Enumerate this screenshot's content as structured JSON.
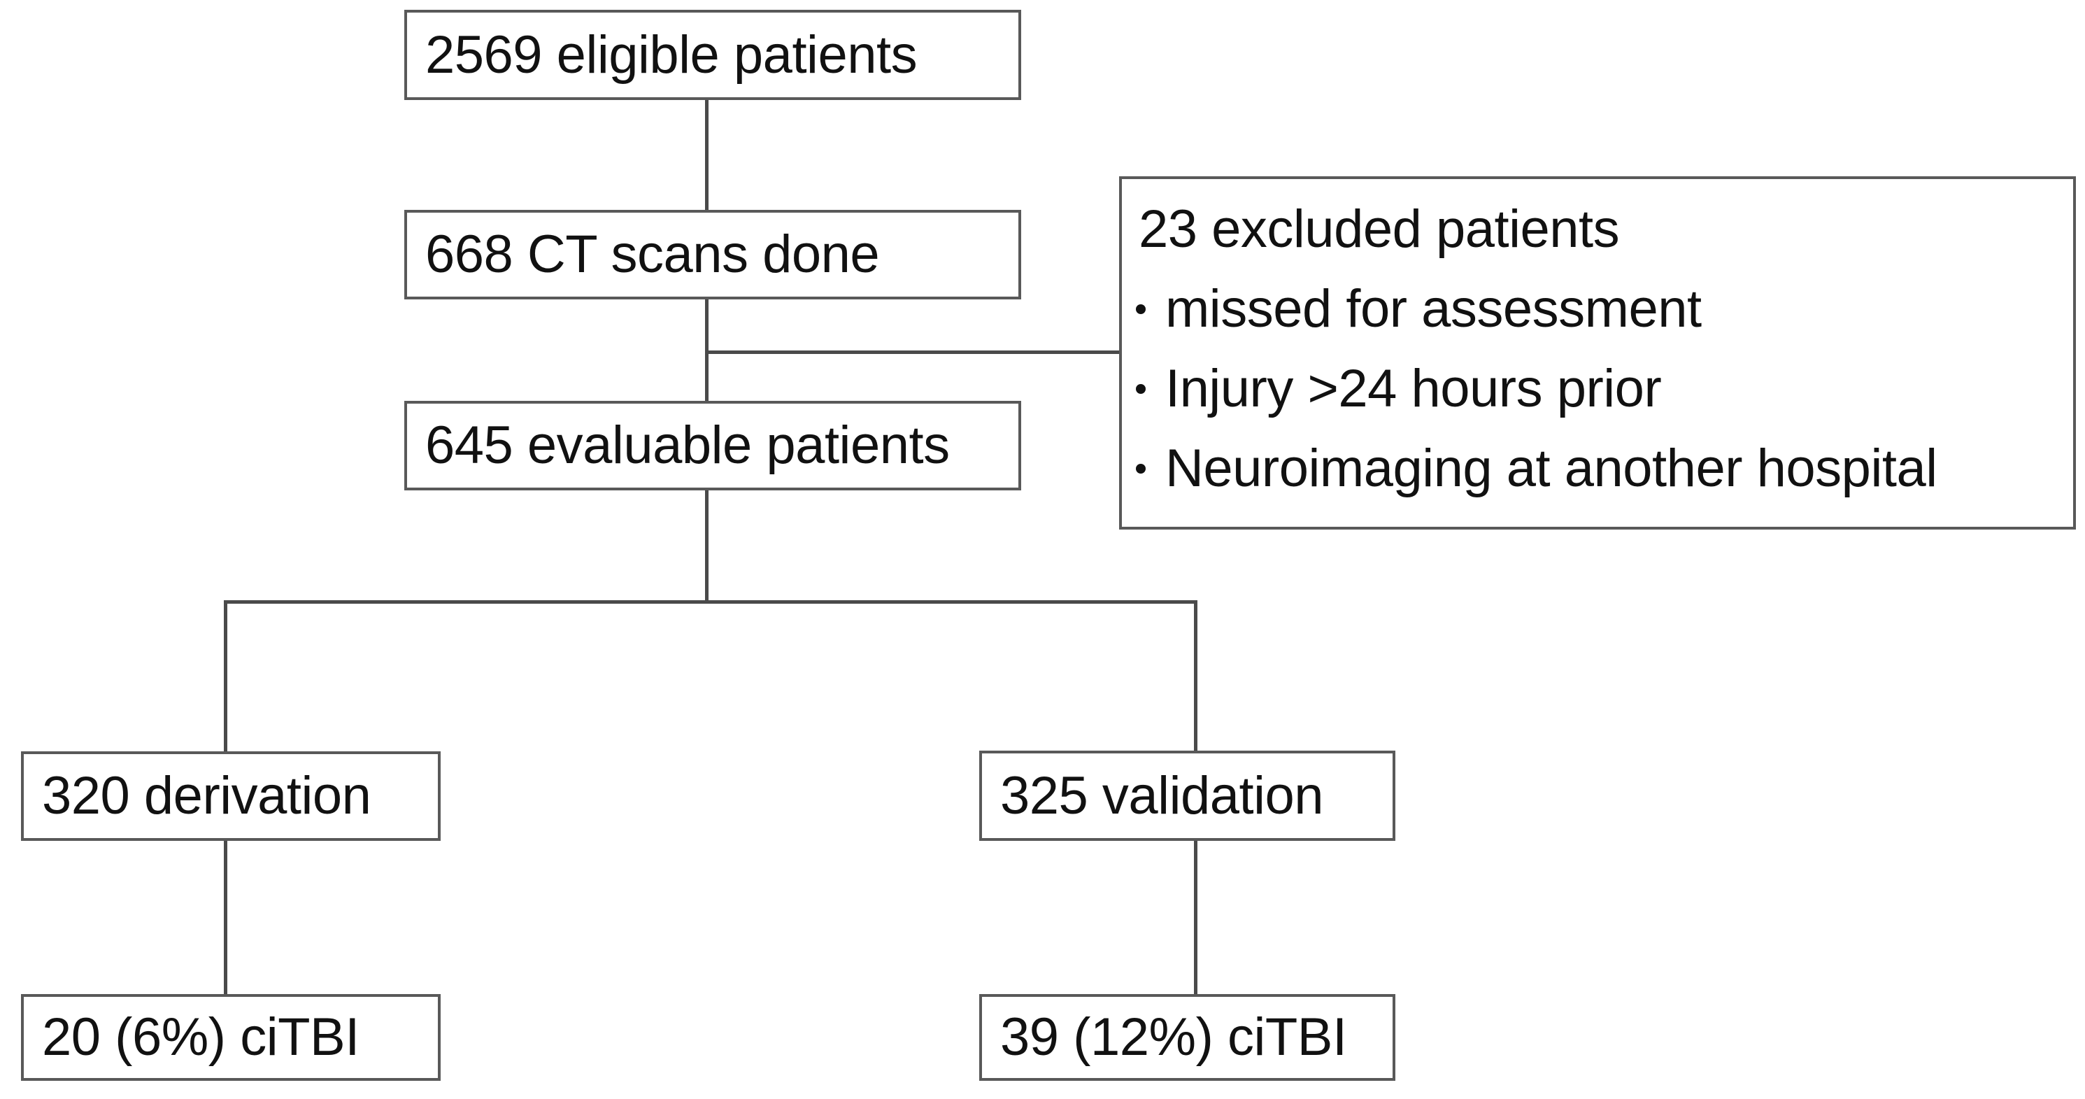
{
  "chart_data": {
    "type": "diagram",
    "title": "Patient enrollment flow diagram",
    "nodes": [
      {
        "id": "eligible",
        "label": "2569 eligible patients",
        "count": 2569
      },
      {
        "id": "ct_scans",
        "label": "668 CT scans done",
        "count": 668
      },
      {
        "id": "excluded",
        "label": "23 excluded patients",
        "count": 23
      },
      {
        "id": "evaluable",
        "label": "645 evaluable patients",
        "count": 645
      },
      {
        "id": "derivation",
        "label": "320 derivation",
        "count": 320
      },
      {
        "id": "validation",
        "label": "325 validation",
        "count": 325
      },
      {
        "id": "citbi_derivation",
        "label": "20 (6%) ciTBI",
        "count": 20,
        "percent": 6
      },
      {
        "id": "citbi_validation",
        "label": "39 (12%) ciTBI",
        "count": 39,
        "percent": 12
      }
    ],
    "edges": [
      {
        "from": "eligible",
        "to": "ct_scans"
      },
      {
        "from": "ct_scans",
        "to": "evaluable"
      },
      {
        "from": "ct_scans",
        "to": "excluded"
      },
      {
        "from": "evaluable",
        "to": "derivation"
      },
      {
        "from": "evaluable",
        "to": "validation"
      },
      {
        "from": "derivation",
        "to": "citbi_derivation"
      },
      {
        "from": "validation",
        "to": "citbi_validation"
      }
    ]
  },
  "flow": {
    "eligible": {
      "label": "2569 eligible patients"
    },
    "ct_scans": {
      "label": "668 CT scans done"
    },
    "evaluable": {
      "label": "645 evaluable patients"
    },
    "derivation": {
      "label": "320 derivation"
    },
    "validation": {
      "label": "325 validation"
    },
    "citbi_derivation": {
      "label": "20 (6%) ciTBI"
    },
    "citbi_validation": {
      "label": "39 (12%) ciTBI"
    },
    "excluded": {
      "title": "23 excluded patients",
      "items": [
        {
          "label": "missed for assessment"
        },
        {
          "label": "Injury >24 hours prior"
        },
        {
          "label": "Neuroimaging at another hospital"
        }
      ]
    }
  },
  "colors": {
    "box_border": "#595959",
    "connector": "#4a4a4a",
    "text": "#111111",
    "background": "#ffffff"
  }
}
